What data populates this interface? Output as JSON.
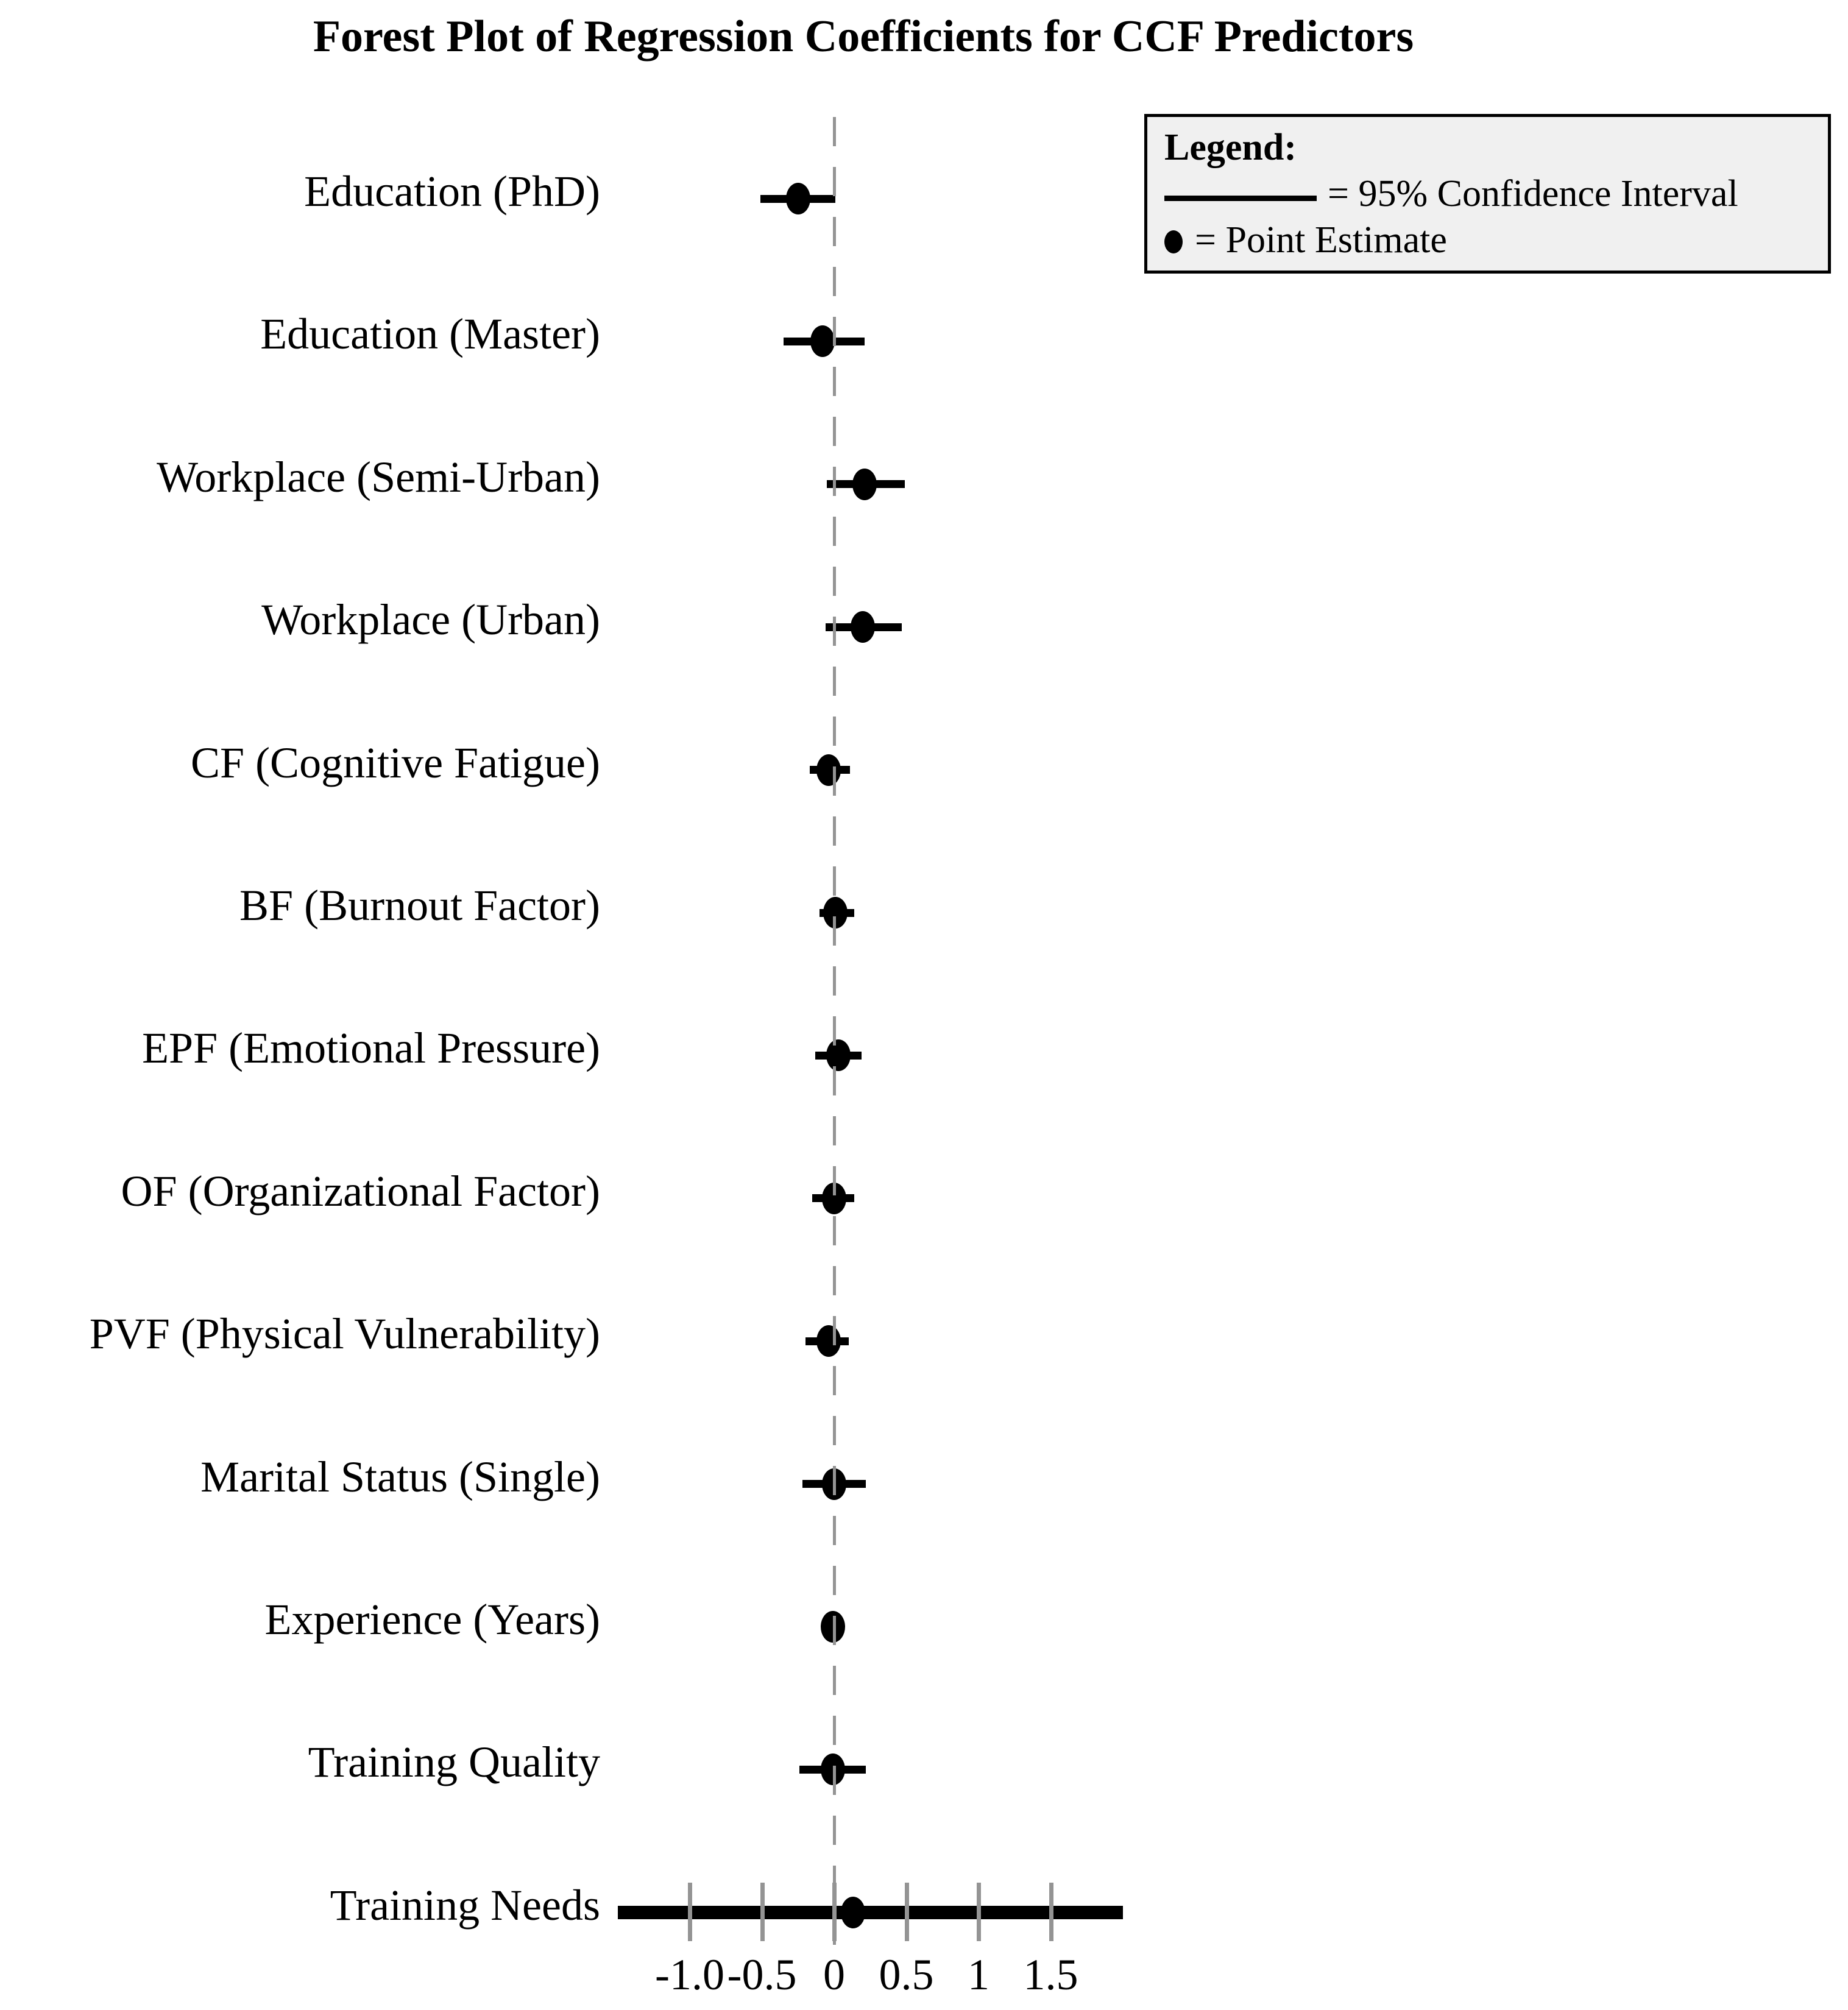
{
  "title": "Forest Plot of Regression Coefficients for CCF Predictors",
  "legend": {
    "heading": "Legend:",
    "ci_label": "= 95% Confidence Interval",
    "point_label": "= Point Estimate"
  },
  "colors": {
    "ink": "#000000",
    "reference_gray": "#949494",
    "legend_background": "#f0f0f0"
  },
  "chart_data": {
    "type": "forest",
    "title": "Forest Plot of Regression Coefficients for CCF Predictors",
    "xlabel": "",
    "ylabel": "",
    "xlim": [
      -1.55,
      2.1
    ],
    "zero_reference_line": 0,
    "grid": false,
    "legend_position": "top-right",
    "x_ticks": [
      -1.0,
      -0.5,
      0,
      0.5,
      1,
      1.5
    ],
    "x_tick_labels": [
      "-1.0",
      "-0.5",
      "0",
      "0.5",
      "1",
      "1.5"
    ],
    "rows": [
      {
        "label": "Education (PhD)",
        "estimate": -0.25,
        "ci_low": -0.51,
        "ci_high": 0.01
      },
      {
        "label": "Education (Master)",
        "estimate": -0.08,
        "ci_low": -0.35,
        "ci_high": 0.21
      },
      {
        "label": "Workplace (Semi-Urban)",
        "estimate": 0.21,
        "ci_low": -0.05,
        "ci_high": 0.49
      },
      {
        "label": "Workplace (Urban)",
        "estimate": 0.2,
        "ci_low": -0.06,
        "ci_high": 0.47
      },
      {
        "label": "CF (Cognitive Fatigue)",
        "estimate": -0.04,
        "ci_low": -0.17,
        "ci_high": 0.11
      },
      {
        "label": "BF (Burnout Factor)",
        "estimate": 0.01,
        "ci_low": -0.1,
        "ci_high": 0.14
      },
      {
        "label": "EPF (Emotional Pressure)",
        "estimate": 0.03,
        "ci_low": -0.13,
        "ci_high": 0.19
      },
      {
        "label": "OF (Organizational Factor)",
        "estimate": 0.0,
        "ci_low": -0.15,
        "ci_high": 0.14
      },
      {
        "label": "PVF (Physical Vulnerability)",
        "estimate": -0.04,
        "ci_low": -0.2,
        "ci_high": 0.1
      },
      {
        "label": "Marital Status (Single)",
        "estimate": 0.0,
        "ci_low": -0.22,
        "ci_high": 0.22
      },
      {
        "label": "Experience (Years)",
        "estimate": -0.01,
        "ci_low": -0.02,
        "ci_high": 0.01
      },
      {
        "label": "Training Quality",
        "estimate": -0.01,
        "ci_low": -0.24,
        "ci_high": 0.22
      },
      {
        "label": "Training Needs",
        "estimate": 0.13,
        "ci_low": -1.5,
        "ci_high": 2.0,
        "ci_bold": true
      }
    ]
  }
}
